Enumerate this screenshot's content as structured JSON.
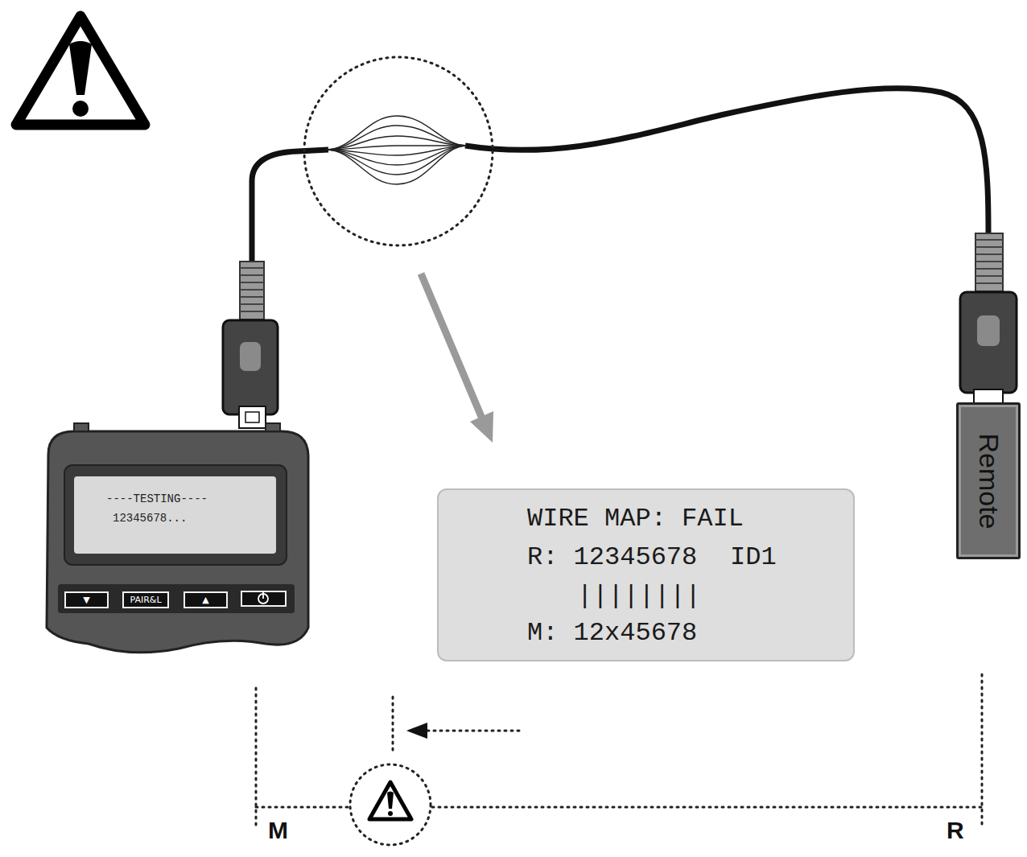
{
  "diagram": {
    "nodes": [
      {
        "text": [
          "----TESTING----",
          "12345678..."
        ]
      },
      {
        "text": [
          "▼"
        ]
      },
      {
        "text": [
          "PAIR&L"
        ]
      },
      {
        "text": [
          "▲"
        ]
      },
      {
        "text": [
          "WIRE MAP: FAIL",
          "R: 12345678",
          "ID1",
          "||||||||",
          "M: 12x45678"
        ]
      },
      {
        "text": [
          "Remote"
        ]
      }
    ],
    "labels": [
      "M",
      "R"
    ]
  }
}
